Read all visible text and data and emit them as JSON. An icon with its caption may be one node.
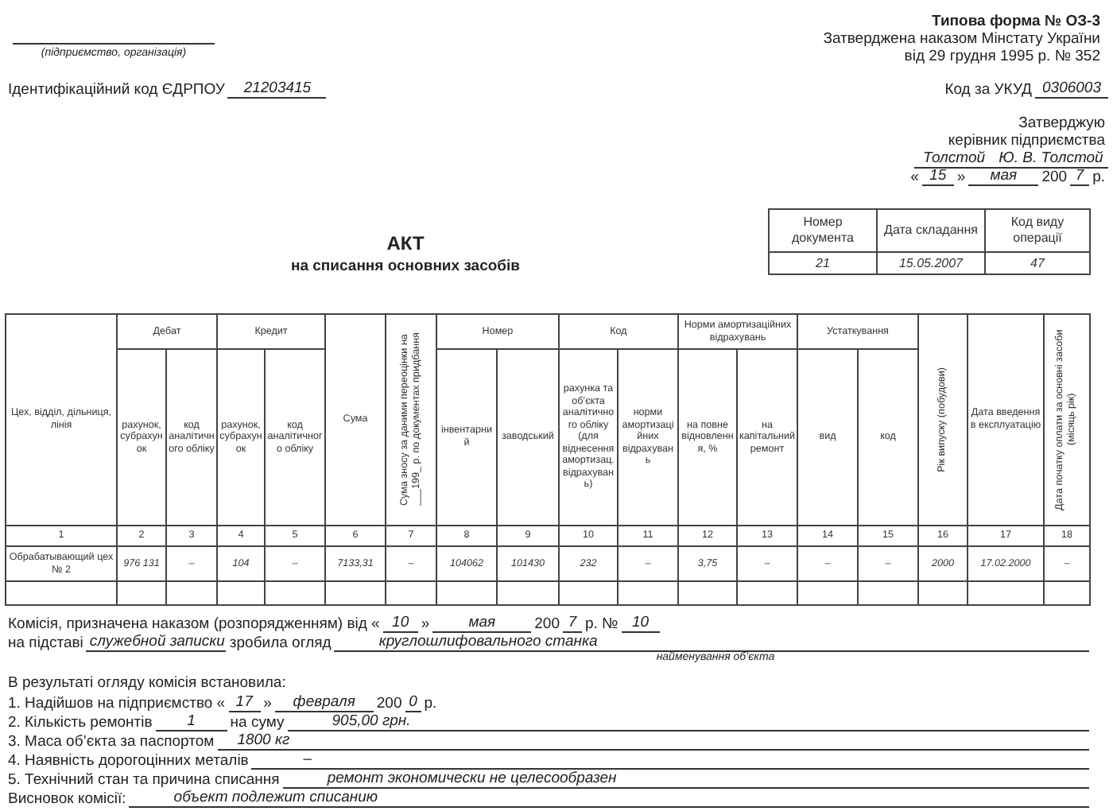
{
  "diagram": {
    "title": "АКТ",
    "labels": [
      "(підприємство, організація)",
      "Типова форма № ОЗ-3",
      "Затверджена наказом Мінстату України від 29 грудня 1995 р. № 352",
      "Ідентифікаційний код ЄДРПОУ",
      "21203415",
      "Код за УКУД",
      "0306003",
      "Затверджую",
      "керівник підприємства",
      "Толстой",
      "Ю. В. Толстой",
      "«",
      "15",
      "»",
      "мая",
      "200",
      "7",
      "р.",
      "Номер документа",
      "Дата складання",
      "Код виду операції",
      "21",
      "15.05.2007",
      "47",
      "на списання основних засобів",
      "Цех, відділ, дільниця, лінія",
      "Дебат",
      "Кредит",
      "Сума",
      "Сума зносу за даними переоцінки на ___199_ р. по документах придбання",
      "Номер",
      "Код",
      "Норми амортизаційних відрахувань",
      "Устаткування",
      "Рік випуску (побудови)",
      "Дата введення в експлуатацію",
      "Дата початку оплати за основні засоби (місяць рік)",
      "рахунок, субрахунок",
      "код аналітичного обліку",
      "рахунок, субрахунок",
      "код аналітичного обліку",
      "інвентарний",
      "заводський",
      "рахунка та об’єкта аналітичного обліку (для віднесення амортизац. відрахувань)",
      "норми амортизаційних відрахувань",
      "на повне відновлення, %",
      "на капітальний ремонт",
      "вид",
      "код",
      "1",
      "2",
      "3",
      "4",
      "5",
      "6",
      "7",
      "8",
      "9",
      "10",
      "11",
      "12",
      "13",
      "14",
      "15",
      "16",
      "17",
      "18",
      "Обрабатывающий цех № 2",
      "976 131",
      "–",
      "104",
      "–",
      "7133,31",
      "–",
      "104062",
      "101430",
      "232",
      "–",
      "3,75",
      "–",
      "–",
      "–",
      "2000",
      "17.02.2000",
      "–",
      "Комісія, призначена наказом (розпорядженням) від «",
      "10",
      "»",
      "мая",
      "200",
      "7",
      "р. №",
      "10",
      "на підставі",
      "служебной записки",
      "зробила огляд",
      "круглошлифовального станка",
      "найменування об’єкта",
      "В результаті огляду комісія встановила:",
      "1. Надійшов на підприємство «",
      "17",
      "»",
      "февраля",
      "200",
      "0",
      "р.",
      "2. Кількість ремонтів",
      "1",
      "на суму",
      "905,00 грн.",
      "3. Маса об’єкта за паспортом",
      "1800 кг",
      "4. Наявність дорогоцінних металів",
      "–",
      "5. Технічний стан та причина списання",
      "ремонт экономически не целесообразен",
      "Висновок комісії:",
      "объект подлежит списанию"
    ]
  }
}
